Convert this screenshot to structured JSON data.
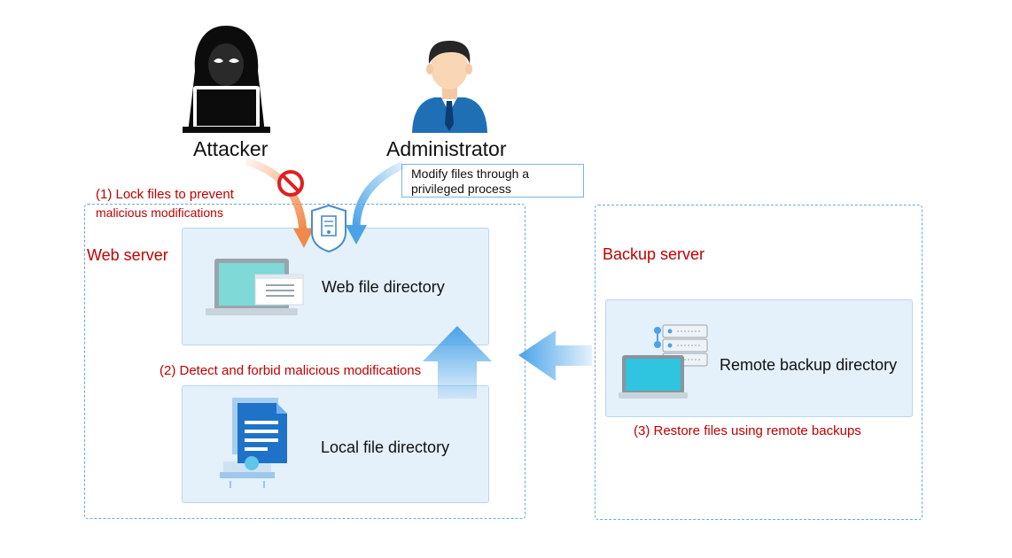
{
  "actors": {
    "attacker_label": "Attacker",
    "administrator_label": "Administrator"
  },
  "callout": {
    "line1": "Modify files through a",
    "line2": "privileged process"
  },
  "steps": {
    "step1_line1": "(1) Lock files to prevent",
    "step1_line2": "malicious modifications",
    "step2": "(2) Detect and forbid malicious modifications",
    "step3": "(3) Restore files using remote backups"
  },
  "web_server": {
    "title": "Web server",
    "web_dir_label": "Web file directory",
    "local_dir_label": "Local file directory"
  },
  "backup_server": {
    "title": "Backup server",
    "remote_dir_label": "Remote backup directory"
  },
  "colors": {
    "step_text": "#c00000",
    "dashed_border": "#6aa9dc",
    "panel_fill": "#e4f0fa",
    "arrow_blue": "#4aa3e8",
    "arrow_orange": "#f08a4b",
    "forbid_red": "#e02020"
  },
  "icons": [
    "attacker-icon",
    "administrator-icon",
    "forbidden-icon",
    "shield-document-icon",
    "laptop-icon",
    "document-stack-icon",
    "server-laptop-icon"
  ]
}
